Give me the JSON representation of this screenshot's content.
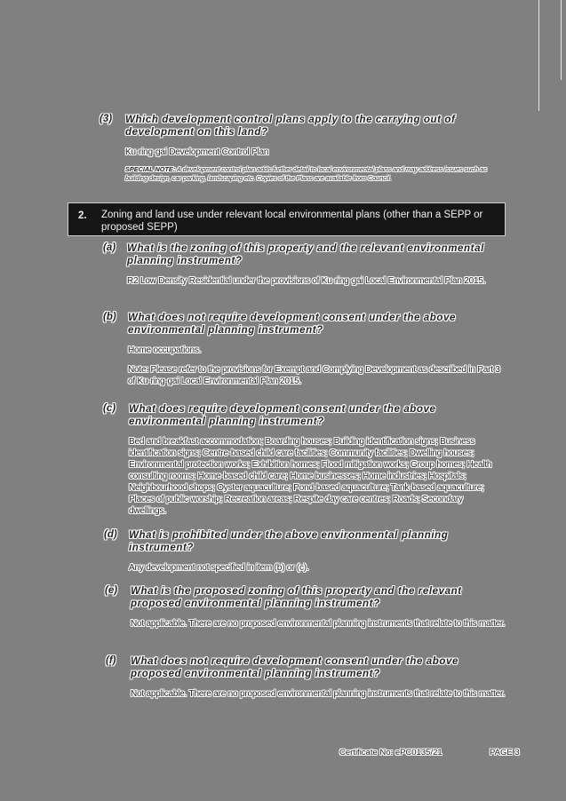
{
  "document": {
    "background_color": "#808080",
    "section_bar_color": "#161616",
    "item3": {
      "label": "(3)",
      "question": "Which development control plans apply to the carrying out of development on this land?",
      "answer": "Ku-ring-gai Development Control Plan",
      "special_note_label": "SPECIAL NOTE:",
      "special_note_text": "A development control plan adds further detail to local environmental plans and may address issues such as building design, car parking, landscaping etc. Copies of the Plans are available from Council."
    },
    "section2": {
      "number": "2.",
      "title": "Zoning and land use under relevant local environmental plans (other than a SEPP or proposed SEPP)"
    },
    "questions": [
      {
        "label": "(a)",
        "question": "What is the zoning of this property and the relevant environmental planning instrument?",
        "answers": [
          "R2 Low Density Residential under the provisions of Ku-ring-gai Local Environmental Plan 2015."
        ]
      },
      {
        "label": "(b)",
        "question": "What does not require development consent under the above environmental planning instrument?",
        "answers": [
          "Home occupations.",
          "Note: Please refer to the provisions for Exempt and Complying Development as described in Part 3 of Ku-ring-gai Local Environmental Plan 2015."
        ]
      },
      {
        "label": "(c)",
        "question": "What does require development consent under the above environmental planning instrument?",
        "answers": [
          "Bed and breakfast accommodation; Boarding houses; Building identification signs; Business identification signs; Centre-based child care facilities; Community facilities; Dwelling houses; Environmental protection works; Exhibition homes; Flood mitigation works; Group homes; Health consulting rooms; Home-based child care; Home businesses; Home industries; Hospitals; Neighbourhood shops; Oyster aquaculture; Pond-based aquaculture; Tank-based aquaculture; Places of public worship; Recreation areas; Respite day care centres; Roads; Secondary dwellings."
        ]
      },
      {
        "label": "(d)",
        "question": "What is prohibited under the above environmental planning instrument?",
        "answers": [
          "Any development not specified in item (b) or (c)."
        ]
      },
      {
        "label": "(e)",
        "question": "What is the proposed zoning of this property and the relevant proposed environmental planning instrument?",
        "answers": [
          "Not applicable. There are no proposed environmental planning instruments that relate to this matter."
        ]
      },
      {
        "label": "(f)",
        "question": "What does not require development consent under the above proposed environmental planning instrument?",
        "answers": [
          "Not applicable. There are no proposed environmental planning instruments that relate to this matter."
        ]
      }
    ],
    "footer": {
      "certificate": "Certificate No: ePC0135/21",
      "page": "PAGE 3"
    }
  }
}
